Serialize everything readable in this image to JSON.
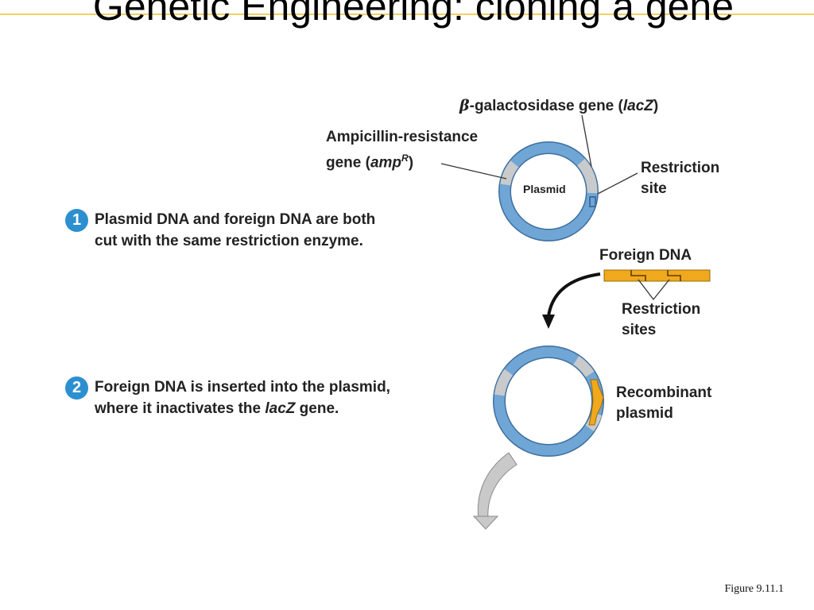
{
  "slide": {
    "title": "Genetic Engineering: cloning a gene",
    "figure_ref": "Figure 9.11.1"
  },
  "diagram": {
    "beta_gal_label": {
      "symbol": "β",
      "text": "-galactosidase gene (",
      "italic": "lacZ",
      "close": ")"
    },
    "amp_label": {
      "line1": "Ampicillin-resistance",
      "line2_prefix": "gene (",
      "italic": "amp",
      "superscript": "R",
      "close": ")"
    },
    "restriction_site_label": {
      "line1": "Restriction",
      "line2": "site"
    },
    "plasmid_center_label": "Plasmid",
    "foreign_dna_label": "Foreign DNA",
    "restriction_sites_label": {
      "line1": "Restriction",
      "line2": "sites"
    },
    "recombinant_label": {
      "line1": "Recombinant",
      "line2": "plasmid"
    },
    "colors": {
      "plasmid_blue": "#6fa6d6",
      "plasmid_outline": "#3f6f9e",
      "gene_gray": "#c9cacc",
      "foreign_orange": "#f0a81c",
      "step_blue": "#2c8fd0",
      "title_rule": "#f2cf63"
    }
  },
  "steps": [
    {
      "number": "1",
      "line1": "Plasmid DNA and foreign DNA are both",
      "line2": "cut with the same restriction enzyme."
    },
    {
      "number": "2",
      "line1": "Foreign DNA is inserted into the plasmid,",
      "line2_prefix": "where it inactivates the ",
      "line2_italic": "lacZ",
      "line2_suffix": " gene."
    }
  ]
}
